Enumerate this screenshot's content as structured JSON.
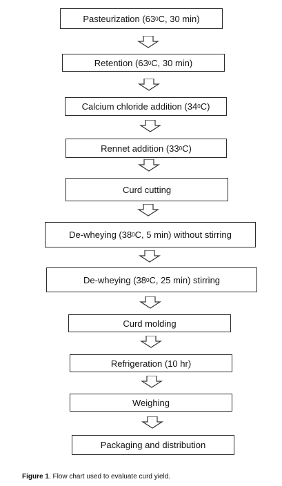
{
  "flowchart": {
    "steps": [
      {
        "pre": "Pasteurization (63",
        "sup": "0",
        "post": "C, 30 min)"
      },
      {
        "pre": "Retention (63",
        "sup": "0",
        "post": "C, 30 min)"
      },
      {
        "pre": "Calcium chloride addition (34",
        "sup": "0",
        "post": "C)"
      },
      {
        "pre": "Rennet addition (33",
        "sup": "0",
        "post": "C)"
      },
      {
        "pre": "Curd cutting",
        "sup": "",
        "post": ""
      },
      {
        "pre": "De-wheying (38",
        "sup": "0",
        "post": "C, 5 min) without stirring"
      },
      {
        "pre": "De-wheying (38",
        "sup": "0",
        "post": "C, 25 min) stirring"
      },
      {
        "pre": "Curd molding",
        "sup": "",
        "post": ""
      },
      {
        "pre": "Refrigeration (10 hr)",
        "sup": "",
        "post": ""
      },
      {
        "pre": "Weighing",
        "sup": "",
        "post": ""
      },
      {
        "pre": "Packaging and distribution",
        "sup": "",
        "post": ""
      }
    ]
  },
  "caption": {
    "label": "Figure 1",
    "text": ". Flow chart used to evaluate curd yield."
  }
}
